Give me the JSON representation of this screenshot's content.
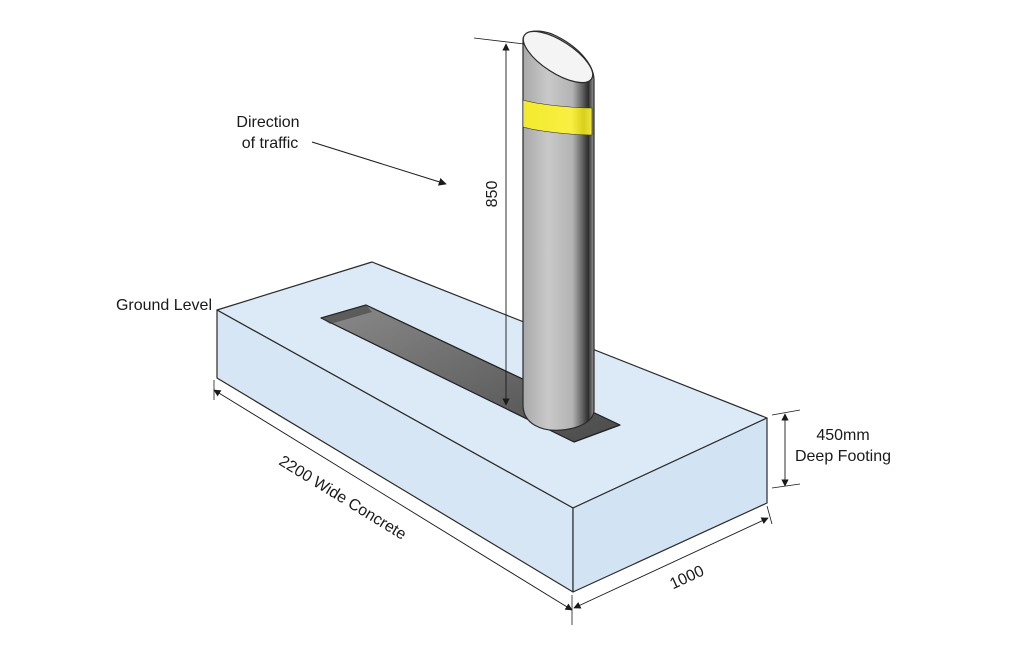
{
  "labels": {
    "direction_line1": "Direction",
    "direction_line2": "of traffic",
    "height_dim": "850",
    "ground_level": "Ground Level",
    "footing_line1": "450mm",
    "footing_line2": "Deep Footing",
    "length_dim": "2200 Wide Concrete",
    "width_dim": "1000"
  },
  "colors": {
    "concrete_top": "#dce9f6",
    "concrete_front": "#d7e6f5",
    "concrete_side": "#d2e3f3",
    "slot": "#6f6f6f",
    "bollard_body": "#b9b9b9",
    "reflective_band": "#f6ee3c",
    "outline": "#2a2a2a"
  }
}
